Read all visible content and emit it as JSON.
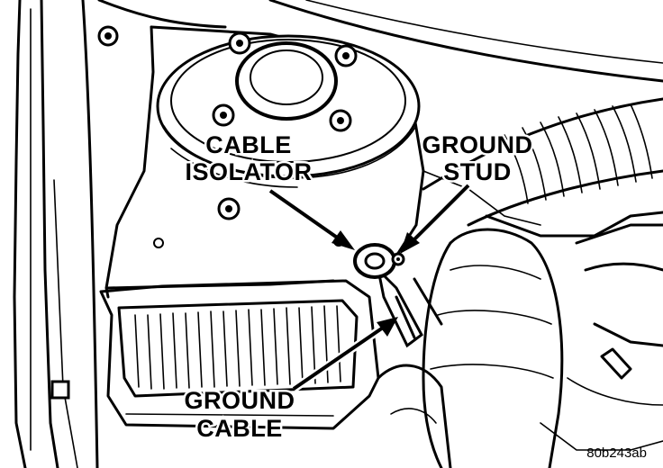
{
  "labels": {
    "cable_isolator": [
      "CABLE",
      "ISOLATOR"
    ],
    "ground_stud": [
      "GROUND",
      "STUD"
    ],
    "ground_cable": [
      "GROUND",
      "CABLE"
    ]
  },
  "figure_code": "80b243ab",
  "colors": {
    "ink": "#000000",
    "paper": "#ffffff"
  }
}
